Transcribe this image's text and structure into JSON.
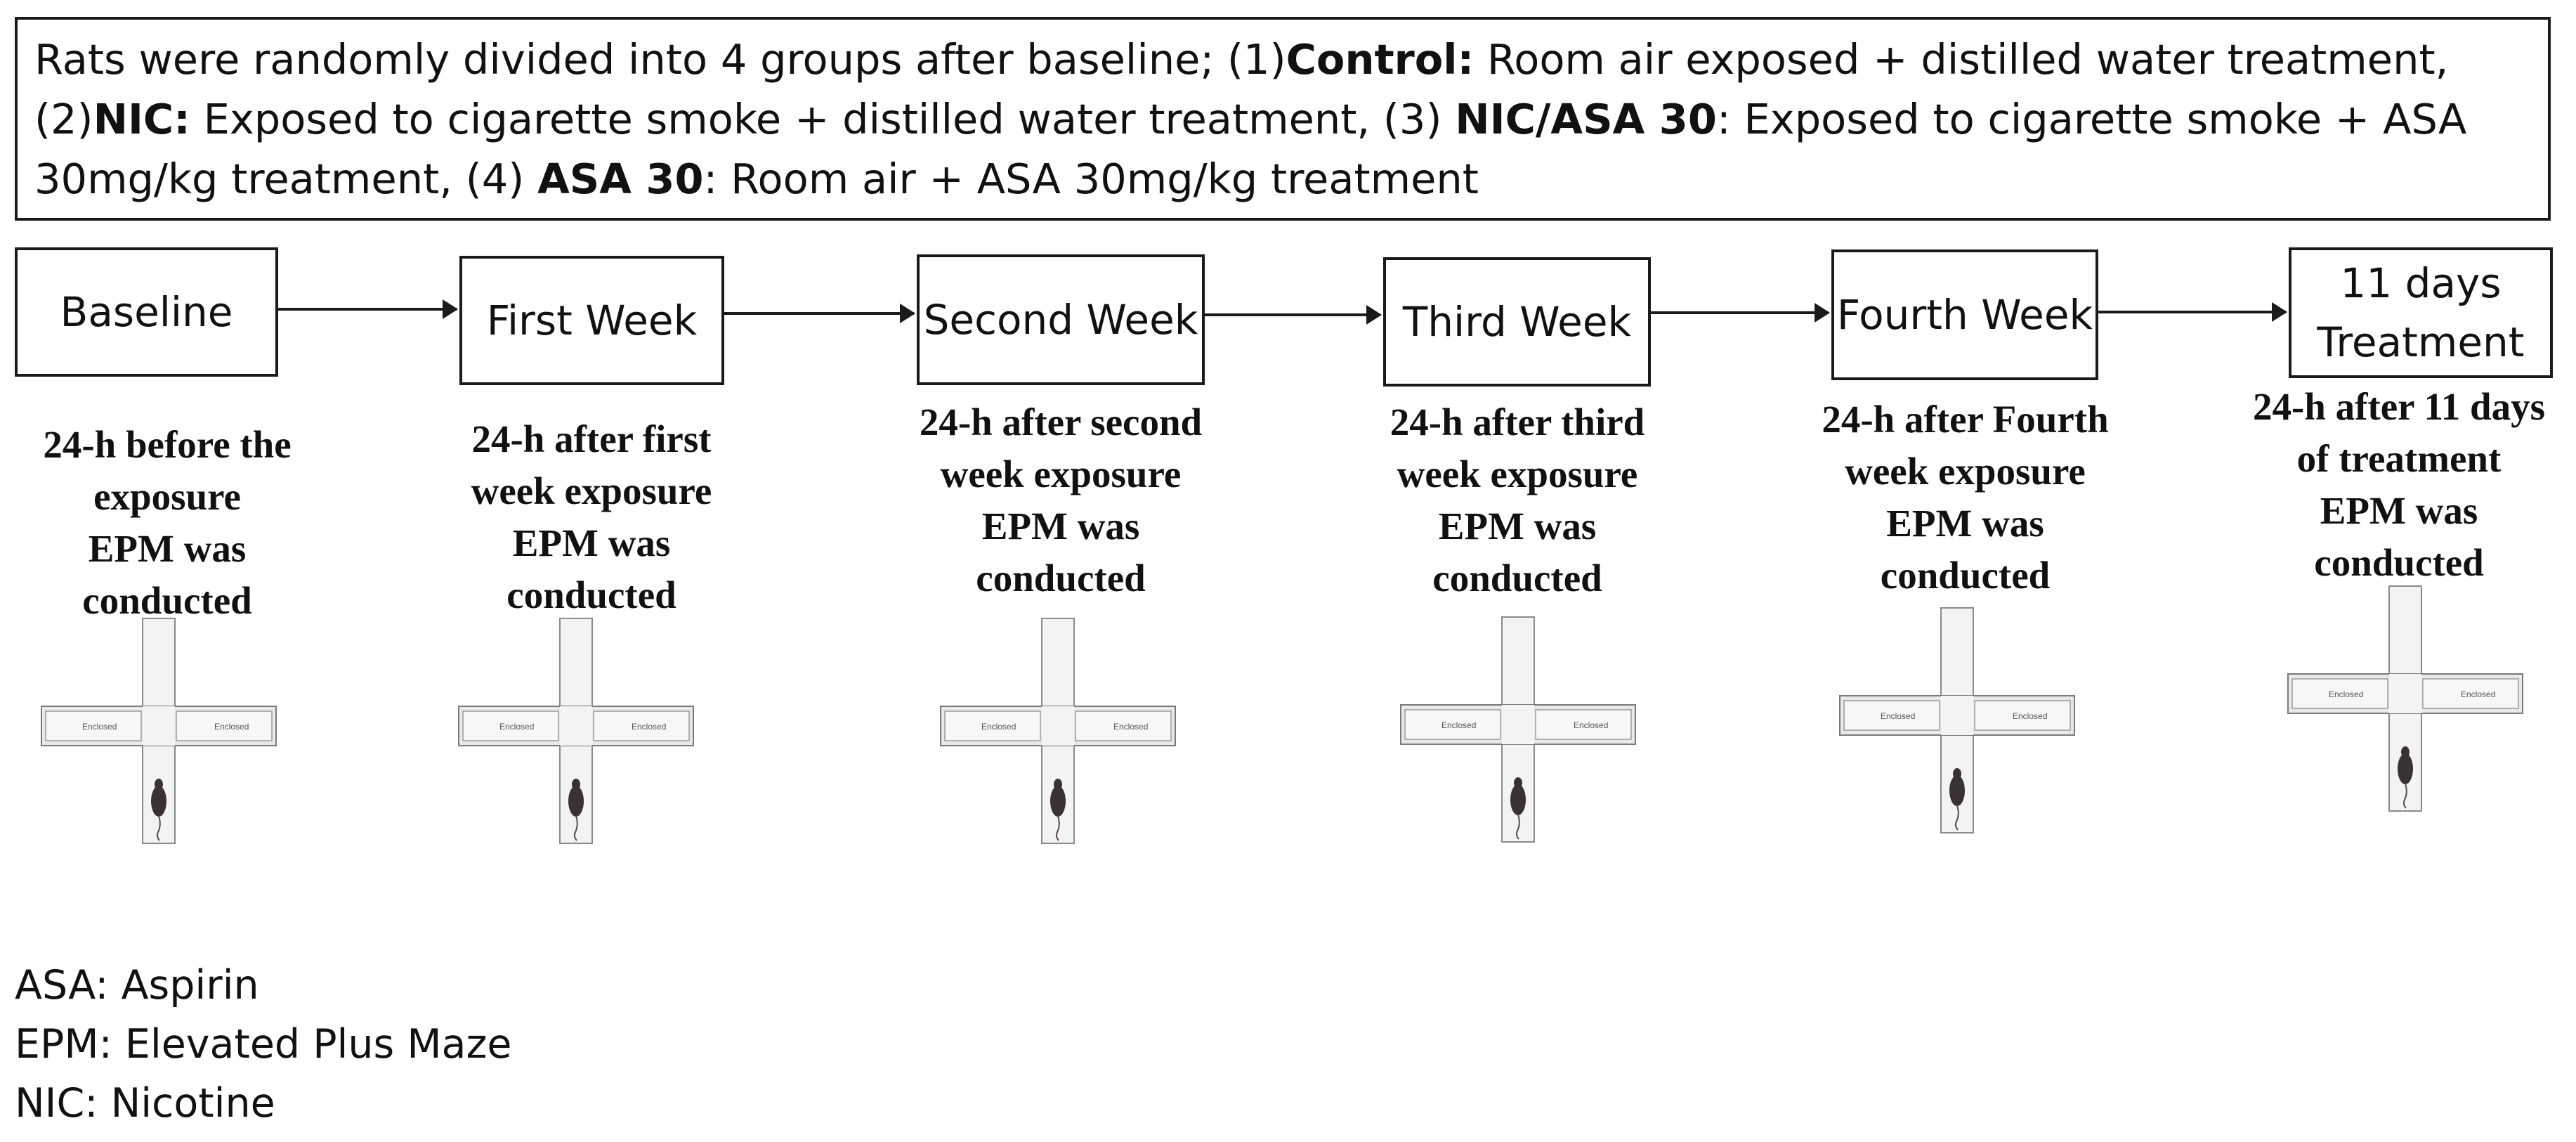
{
  "intro": {
    "t1": "Rats were randomly divided into 4 groups after baseline;  (1)",
    "g1": "Control:",
    "t2": " Room air exposed + distilled water treatment, (2)",
    "g2": "NIC:",
    "t3": " Exposed to cigarette smoke + distilled water treatment, (3) ",
    "g3": "NIC/ASA 30",
    "t4": ": Exposed to cigarette smoke + ASA 30mg/kg treatment, (4) ",
    "g4": "ASA 30",
    "t5": ": Room air + ASA 30mg/kg treatment"
  },
  "stages": [
    {
      "title": "Baseline",
      "desc": [
        "24-h before the",
        "exposure",
        "EPM was",
        "conducted"
      ]
    },
    {
      "title": "First Week",
      "desc": [
        "24-h after first",
        "week exposure",
        "EPM was",
        "conducted"
      ]
    },
    {
      "title": "Second Week",
      "desc": [
        "24-h after second",
        "week exposure",
        "EPM was",
        "conducted"
      ]
    },
    {
      "title": "Third Week",
      "desc": [
        "24-h after third",
        "week exposure",
        "EPM was",
        "conducted"
      ]
    },
    {
      "title": "Fourth Week",
      "desc": [
        "24-h after Fourth",
        "week exposure",
        "EPM was",
        "conducted"
      ]
    },
    {
      "title": "11 days Treatment",
      "desc": [
        "24-h after 11 days",
        "of treatment",
        "EPM was",
        "conducted"
      ]
    }
  ],
  "maze": {
    "arm_label": "Enclosed"
  },
  "legend": [
    "ASA: Aspirin",
    "EPM: Elevated Plus Maze",
    "NIC: Nicotine"
  ]
}
